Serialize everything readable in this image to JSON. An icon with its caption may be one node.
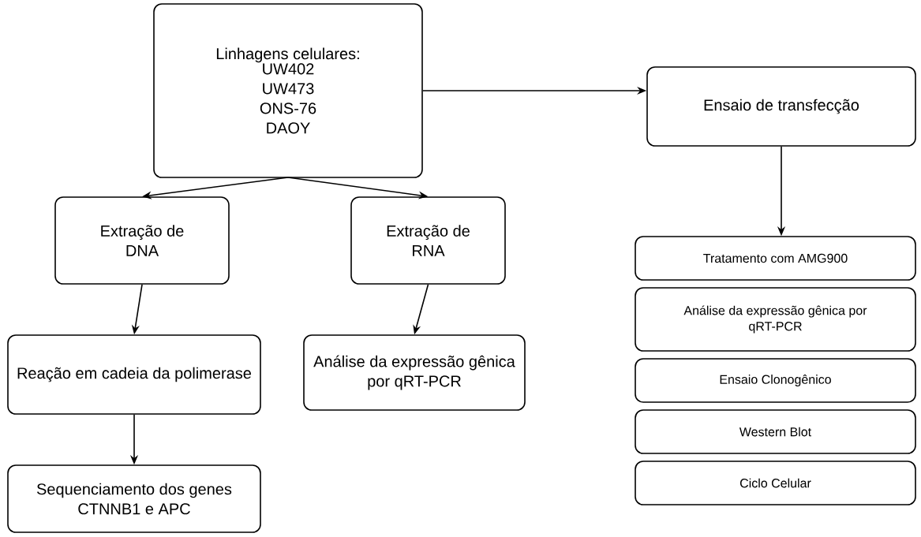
{
  "diagram": {
    "nodes": [
      {
        "text": [
          "Linhagens celulares:",
          "UW402 UW473 ONS-76 DAOY"
        ]
      },
      {
        "text": [
          "Ensaio de transfecção"
        ]
      },
      {
        "text": [
          "Extração de DNA"
        ]
      },
      {
        "text": [
          "Extração de RNA"
        ]
      },
      {
        "text": [
          "Reação em cadeia da polimerase"
        ]
      },
      {
        "text": [
          "Análise da expressão gênica por qRT-PCR"
        ]
      },
      {
        "text": [
          "Sequenciamento dos genes CTNNB1 e APC"
        ]
      },
      {
        "text": [
          "Tratamento com AMG900"
        ]
      },
      {
        "text": [
          "Análise da expressão gênica por qRT-PCR"
        ]
      },
      {
        "text": [
          "Ensaio Clonogênico"
        ]
      },
      {
        "text": [
          "Western Blot"
        ]
      },
      {
        "text": [
          "Ciclo Celular"
        ]
      }
    ],
    "edges": [
      {
        "from": 0,
        "to": 1,
        "arrow": "to"
      },
      {
        "from": 0,
        "to": 2,
        "arrow": "to"
      },
      {
        "from": 0,
        "to": 3,
        "arrow": "to"
      },
      {
        "from": 2,
        "to": 4,
        "arrow": "to"
      },
      {
        "from": 3,
        "to": 5,
        "arrow": "to"
      },
      {
        "from": 4,
        "to": 6,
        "arrow": "to"
      },
      {
        "from": 1,
        "to": 7,
        "arrow": "to"
      }
    ]
  }
}
